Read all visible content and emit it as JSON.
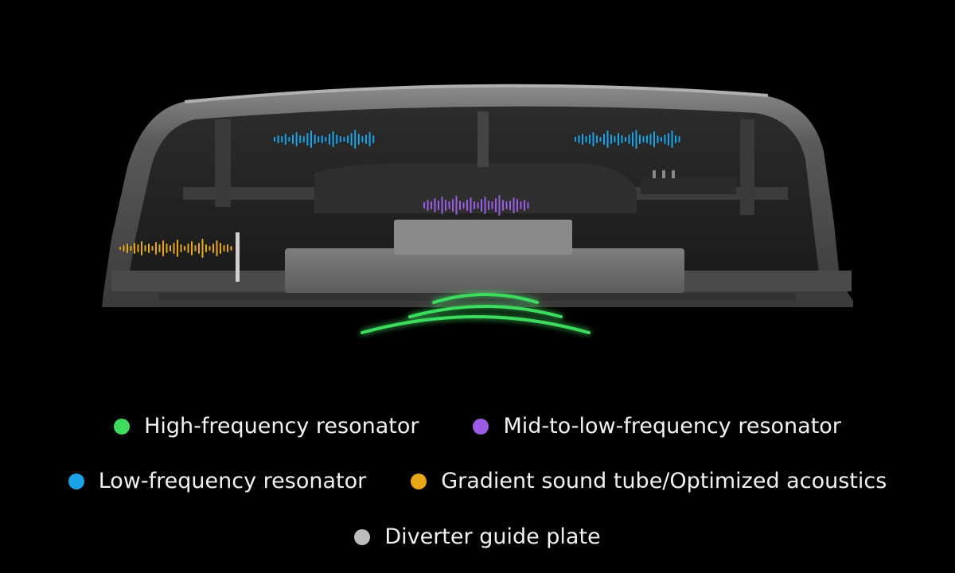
{
  "legend": {
    "row1": [
      {
        "label": "High-frequency resonator",
        "color": "#3ddc5f"
      },
      {
        "label": "Mid-to-low-frequency resonator",
        "color": "#9b5de5"
      }
    ],
    "row2": [
      {
        "label": "Low-frequency resonator",
        "color": "#1aa3e8"
      },
      {
        "label": "Gradient sound tube/Optimized acoustics",
        "color": "#e6a817"
      }
    ],
    "row3": [
      {
        "label": "Diverter guide plate",
        "color": "#bdbdbd"
      }
    ]
  },
  "colors": {
    "background": "#000000",
    "shell": "#5a5a5a",
    "shell_highlight": "#9a9a9a",
    "glow": "#3ddc5f"
  }
}
